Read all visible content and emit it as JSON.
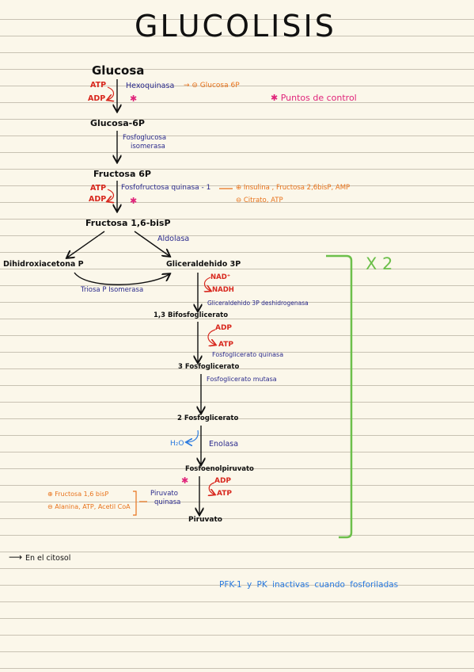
{
  "title": "GLUCOLISIS",
  "metabolites": {
    "glucosa": "Glucosa",
    "glucosa6p": "Glucosa-6P",
    "fructosa6p": "Fructosa 6P",
    "fructosa16bisp": "Fructosa 1,6-bisP",
    "dihidroxiacetona": "Dihidroxiacetona P",
    "gliceraldehido": "Gliceraldehido 3P",
    "bifosfoglicerato": "1,3 Bifosfoglicerato",
    "fosfoglicerato3": "3 Fosfoglicerato",
    "fosfoglicerato2": "2 Fosfoglicerato",
    "fosfoenolpiruvato": "Fosfoenolpiruvato",
    "piruvato": "Piruvato"
  },
  "enzymes": {
    "hexoquinasa": "Hexoquinasa",
    "fosfoglucosa_isomerasa_1": "Fosfoglucosa",
    "fosfoglucosa_isomerasa_2": "isomerasa",
    "pfk1": "Fosfofructosa quinasa - 1",
    "aldolasa": "Aldolasa",
    "triosa": "Triosa P Isomerasa",
    "gapdh": "Gliceraldehido 3P deshidrogenasa",
    "pgk": "Fosfoglicerato quinasa",
    "pgm": "Fosfoglicerato mutasa",
    "enolasa": "Enolasa",
    "pk_1": "Piruvato",
    "pk_2": "quinasa"
  },
  "cofactors": {
    "atp": "ATP",
    "adp": "ADP",
    "nad": "NAD⁺",
    "nadh": "NADH",
    "h2o": "H₂O",
    "asterisk": "✱"
  },
  "regulation": {
    "hexoquinasa_inhib": "→ ⊖ Glucosa 6P",
    "pfk_activ": "⊕ Insulina , Fructosa 2,6bisP, AMP",
    "pfk_inhib": "⊖ Citrato, ATP",
    "pk_activ": "⊕ Fructosa 1,6 bisP",
    "pk_inhib": "⊖ Alanina, ATP, Acetil CoA",
    "control_points": "✱ Puntos de control"
  },
  "multiplier": "X 2",
  "notes": {
    "location": "En el citosol",
    "location_arrow": "⟶",
    "phosphorylation": "PFK-1 y PK inactivas cuando fosforiladas"
  },
  "colors": {
    "atp_red": "#d8281e",
    "regulation_orange": "#e8731c",
    "enzyme_navy": "#2a2a8c",
    "control_pink": "#e0247a",
    "note_blue": "#2a7adf",
    "bracket_green": "#6cbf4a"
  }
}
